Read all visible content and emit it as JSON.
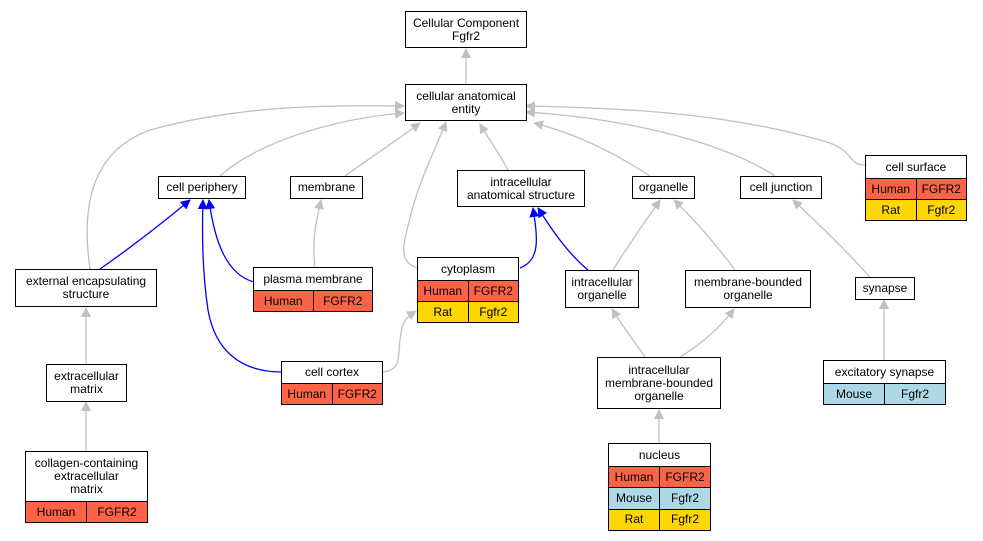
{
  "nodes": {
    "root": {
      "lines": [
        "Cellular Component",
        "Fgfr2"
      ]
    },
    "cae": {
      "lines": [
        "cellular anatomical",
        "entity"
      ]
    },
    "cell_periphery": {
      "lines": [
        "cell periphery"
      ]
    },
    "membrane": {
      "lines": [
        "membrane"
      ]
    },
    "ias": {
      "lines": [
        "intracellular",
        "anatomical structure"
      ]
    },
    "organelle": {
      "lines": [
        "organelle"
      ]
    },
    "cell_junction": {
      "lines": [
        "cell junction"
      ]
    },
    "cell_surface": {
      "lines": [
        "cell surface"
      ],
      "rows": [
        [
          "Human",
          "FGFR2"
        ],
        [
          "Rat",
          "Fgfr2"
        ]
      ]
    },
    "ees": {
      "lines": [
        "external encapsulating",
        "structure"
      ]
    },
    "plasma_membrane": {
      "lines": [
        "plasma membrane"
      ],
      "rows": [
        [
          "Human",
          "FGFR2"
        ]
      ]
    },
    "cytoplasm": {
      "lines": [
        "cytoplasm"
      ],
      "rows": [
        [
          "Human",
          "FGFR2"
        ],
        [
          "Rat",
          "Fgfr2"
        ]
      ]
    },
    "intra_organelle": {
      "lines": [
        "intracellular",
        "organelle"
      ]
    },
    "mbo": {
      "lines": [
        "membrane-bounded",
        "organelle"
      ]
    },
    "synapse": {
      "lines": [
        "synapse"
      ]
    },
    "ecm": {
      "lines": [
        "extracellular",
        "matrix"
      ]
    },
    "cell_cortex": {
      "lines": [
        "cell cortex"
      ],
      "rows": [
        [
          "Human",
          "FGFR2"
        ]
      ]
    },
    "imbo": {
      "lines": [
        "intracellular",
        "membrane-bounded",
        "organelle"
      ]
    },
    "exc_synapse": {
      "lines": [
        "excitatory synapse"
      ],
      "rows": [
        [
          "Mouse",
          "Fgfr2"
        ]
      ]
    },
    "ccecm": {
      "lines": [
        "collagen-containing",
        "extracellular",
        "matrix"
      ],
      "rows": [
        [
          "Human",
          "FGFR2"
        ]
      ]
    },
    "nucleus": {
      "lines": [
        "nucleus"
      ],
      "rows": [
        [
          "Human",
          "FGFR2"
        ],
        [
          "Mouse",
          "Fgfr2"
        ],
        [
          "Rat",
          "Fgfr2"
        ]
      ]
    }
  },
  "species_colors": {
    "Human": "#ff6347",
    "Mouse": "#add8e6",
    "Rat": "#ffd700"
  },
  "edge_colors": {
    "is_a": "#c0c0c0",
    "part_of": "#0000ff"
  }
}
